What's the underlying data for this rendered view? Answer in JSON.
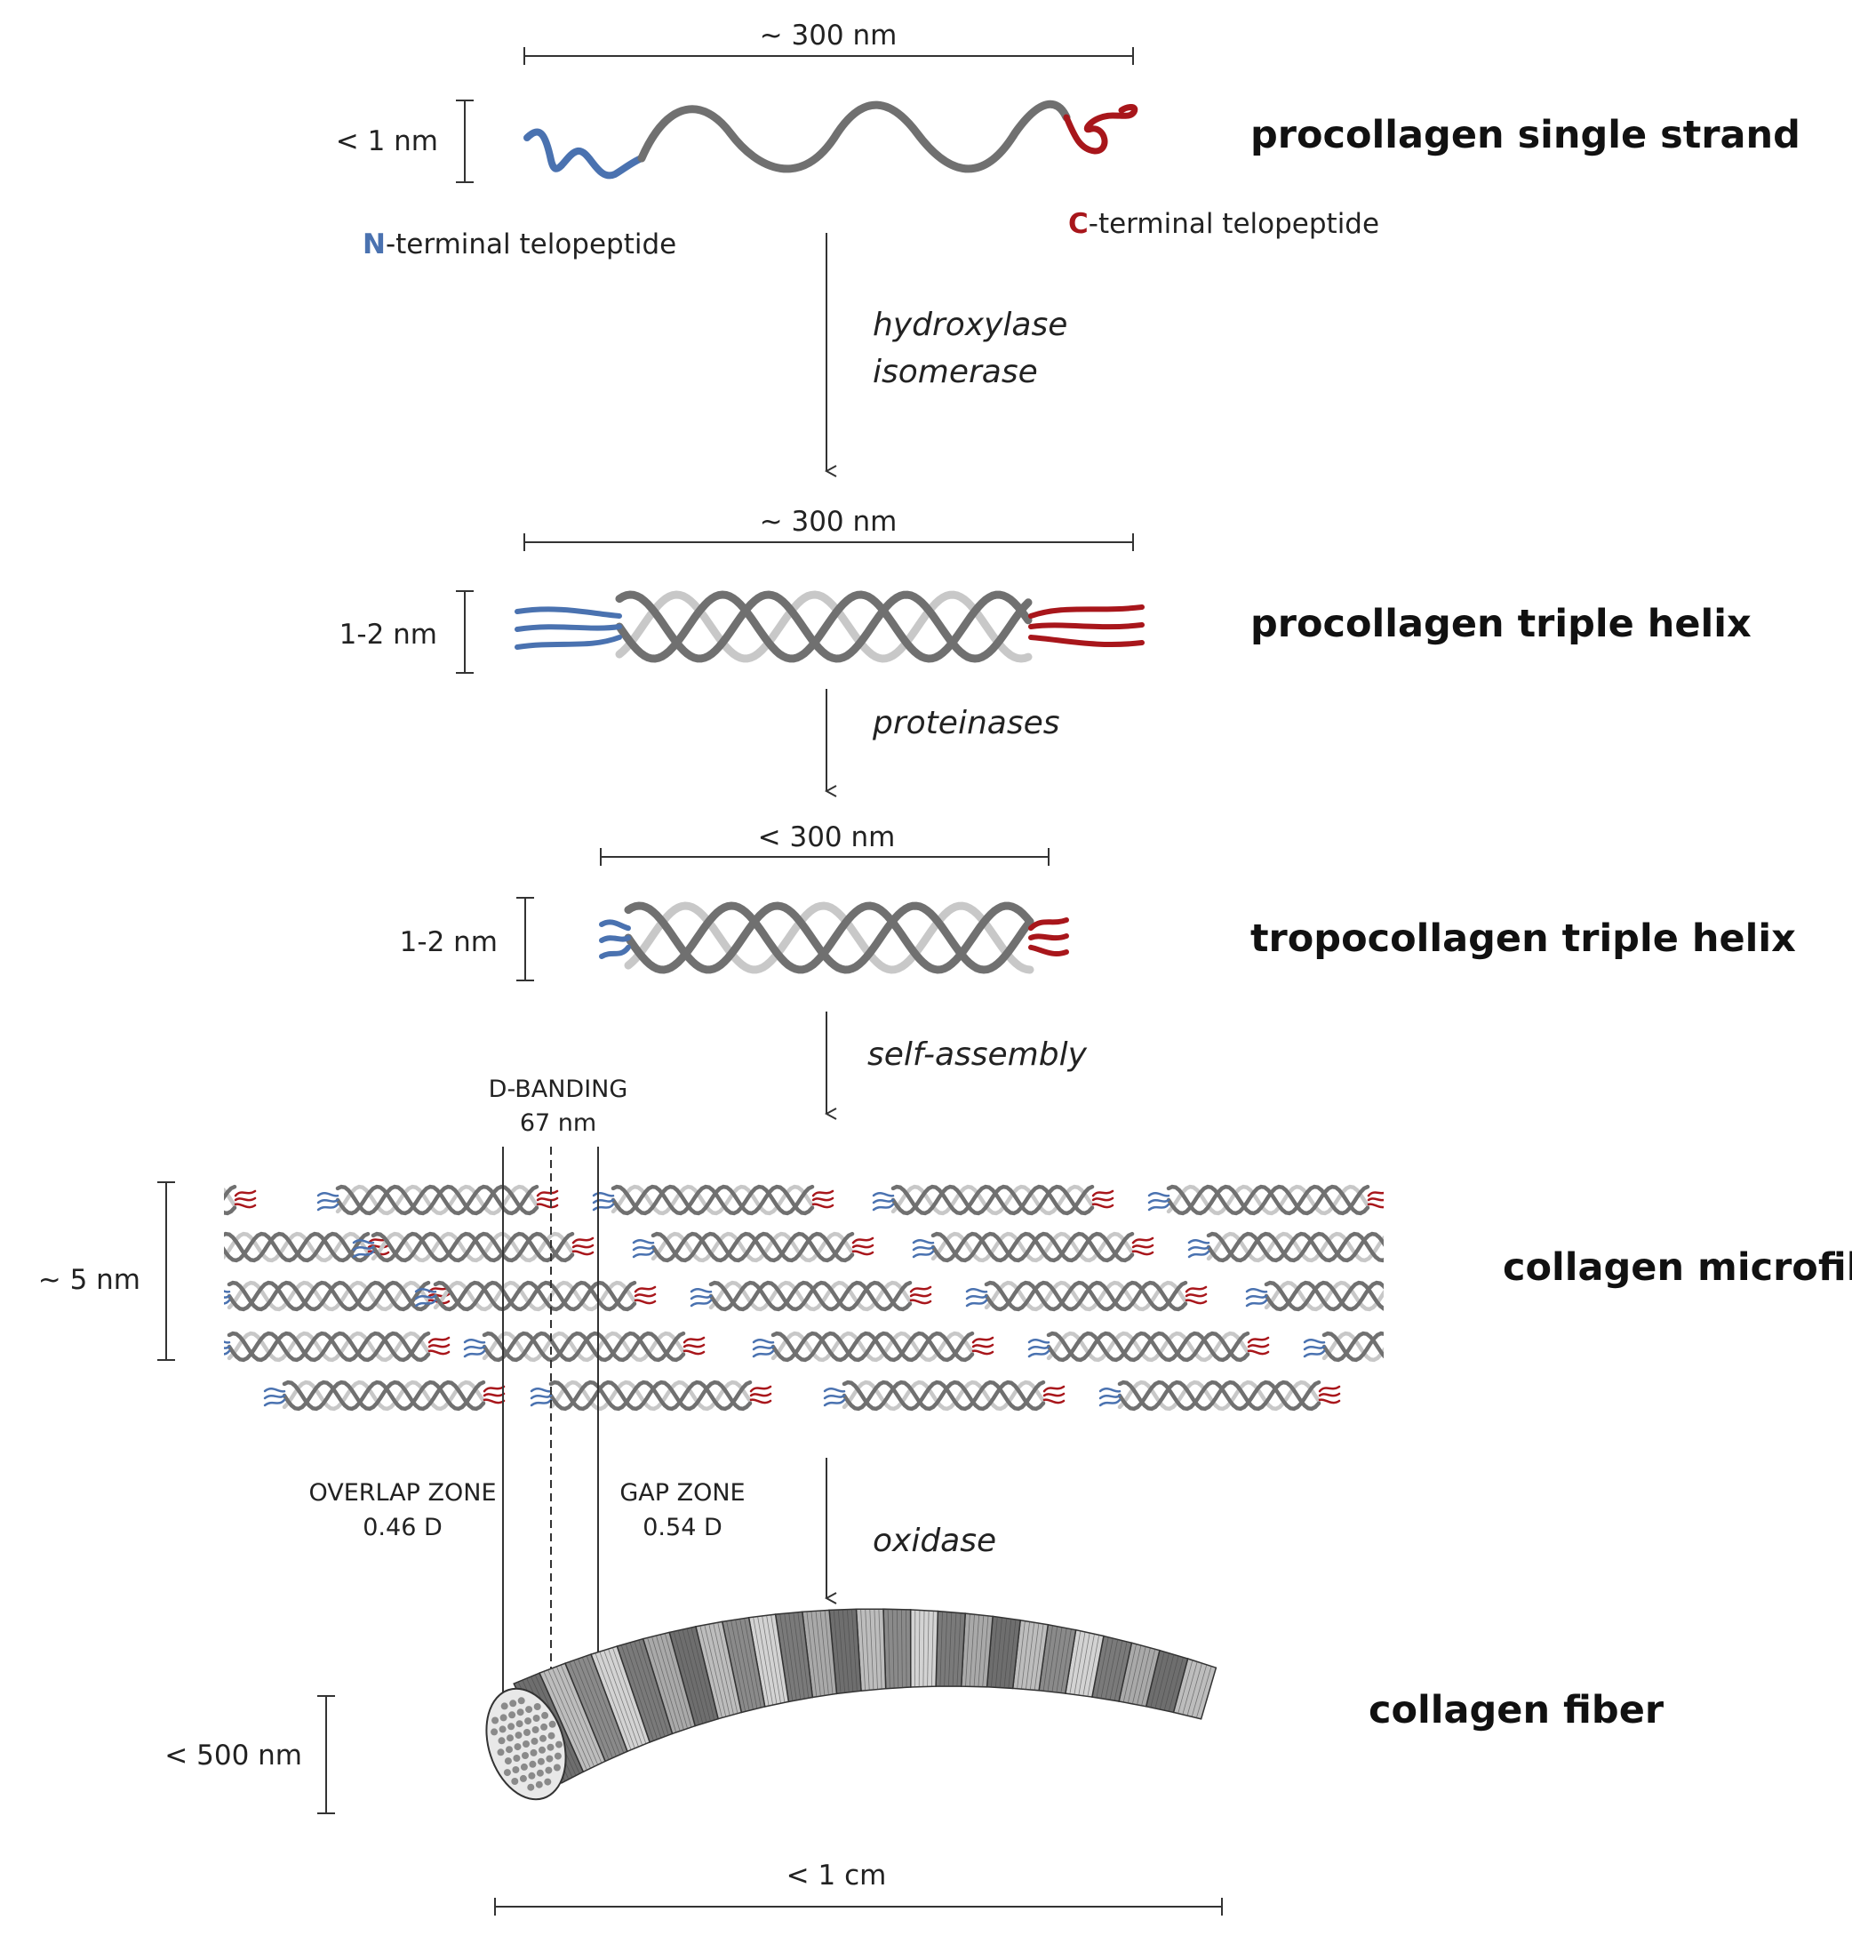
{
  "colors": {
    "n_terminal": "#4a72b0",
    "c_terminal": "#a8161b",
    "strand_dark": "#707070",
    "strand_light": "#c8c8c8",
    "line": "#333333"
  },
  "stages": {
    "single_strand": {
      "label": "procollagen single strand",
      "length": "~ 300 nm",
      "thickness": "< 1 nm",
      "n_label_letter": "N",
      "n_label_rest": "-terminal telopeptide",
      "c_label_letter": "C",
      "c_label_rest": "-terminal telopeptide"
    },
    "triple_helix": {
      "label": "procollagen triple helix",
      "length": "~ 300 nm",
      "thickness": "1-2 nm"
    },
    "tropocollagen": {
      "label": "tropocollagen triple helix",
      "length": "< 300 nm",
      "thickness": "1-2 nm"
    },
    "microfibril": {
      "label": "collagen microfibril",
      "thickness": "~ 5 nm",
      "d_banding_line1": "D-BANDING",
      "d_banding_line2": "67 nm",
      "overlap_line1": "OVERLAP ZONE",
      "overlap_line2": "0.46 D",
      "gap_line1": "GAP ZONE",
      "gap_line2": "0.54 D"
    },
    "fiber": {
      "label": "collagen fiber",
      "thickness": "< 500 nm",
      "length": "< 1 cm"
    }
  },
  "enzymes": {
    "step1_line1": "hydroxylase",
    "step1_line2": "isomerase",
    "step2": "proteinases",
    "step3": "self-assembly",
    "step4": "oxidase"
  }
}
